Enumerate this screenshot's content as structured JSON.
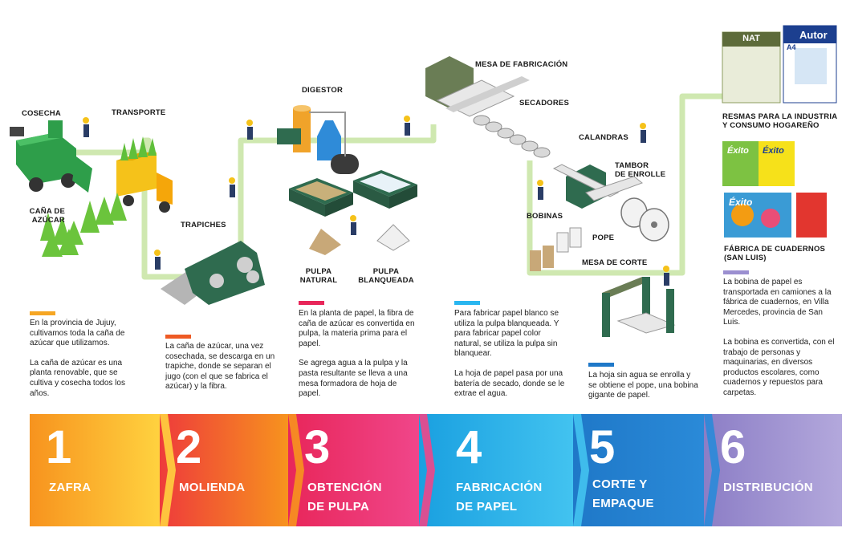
{
  "labels": {
    "cosecha": "COSECHA",
    "transporte": "TRANSPORTE",
    "cana_1": "CAÑA DE",
    "cana_2": "AZÚCAR",
    "trapiches": "TRAPICHES",
    "digestor": "DIGESTOR",
    "pulpa_natural_1": "PULPA",
    "pulpa_natural_2": "NATURAL",
    "pulpa_blanqueada_1": "PULPA",
    "pulpa_blanqueada_2": "BLANQUEADA",
    "mesa_fabricacion": "MESA DE FABRICACIÓN",
    "secadores": "SECADORES",
    "calandras": "CALANDRAS",
    "tambor_1": "TAMBOR",
    "tambor_2": "DE ENROLLE",
    "bobinas": "BOBINAS",
    "pope": "POPE",
    "mesa_corte": "MESA DE CORTE",
    "resmas_1": "RESMAS PARA LA INDUSTRIA",
    "resmas_2": "Y CONSUMO HOGAREÑO",
    "fabrica_1": "FÁBRICA DE CUADERNOS",
    "fabrica_2": "(SAN LUIS)"
  },
  "products": {
    "nat": "NAT",
    "a4": "A4",
    "autor": "Autor",
    "exito": "Éxito"
  },
  "descriptions": {
    "d1a": "En la provincia de Jujuy, cultivamos toda la caña de azúcar que utilizamos.",
    "d1b": "La caña de azúcar es una planta renovable, que se cultiva y cosecha todos los años.",
    "d2a": "La caña de azúcar, una vez cosechada, se descarga en un trapiche, donde se separan el jugo (con el que se fabrica el azúcar) y la fibra.",
    "d3a": "En la planta de papel, la fibra de caña de azúcar es convertida en pulpa, la materia prima para el papel.",
    "d3b": "Se agrega agua a la pulpa y la pasta resultante se lleva a una mesa formadora de hoja de papel.",
    "d4a": "Para fabricar papel blanco se utiliza la pulpa blanqueada. Y para fabricar papel color natural, se utiliza la pulpa sin blanquear.",
    "d4b": "La hoja de papel pasa por una batería de secado, donde se le extrae el agua.",
    "d5a": "La hoja sin agua se enrolla y se obtiene el pope, una bobina gigante de papel.",
    "d6a": "La bobina de papel es transportada en camiones a la fábrica de cuadernos, en Villa Mercedes, provincia de San Luis.",
    "d6b": "La bobina es convertida, con el trabajo de personas y maquinarias, en diversos productos escolares, como cuadernos y repuestos para carpetas."
  },
  "steps": [
    {
      "number": "1",
      "title_1": "ZAFRA",
      "title_2": "",
      "from": "#f7931e",
      "to": "#ffd23f"
    },
    {
      "number": "2",
      "title_1": "MOLIENDA",
      "title_2": "",
      "from": "#ee3b3b",
      "to": "#f7931e"
    },
    {
      "number": "3",
      "title_1": "OBTENCIÓN",
      "title_2": "DE PULPA",
      "from": "#e8265a",
      "to": "#f0468a"
    },
    {
      "number": "4",
      "title_1": "FABRICACIÓN",
      "title_2": "DE PAPEL",
      "from": "#1aa0e0",
      "to": "#42c3f0"
    },
    {
      "number": "5",
      "title_1": "CORTE Y",
      "title_2": "EMPAQUE",
      "from": "#1f78c8",
      "to": "#2a8ad8"
    },
    {
      "number": "6",
      "title_1": "DISTRIBUCIÓN",
      "title_2": "",
      "from": "#8c7ec6",
      "to": "#b3a8dc"
    }
  ],
  "colors": {
    "path": "#cfe8b0",
    "bar1": "#f6a623",
    "bar2": "#ee5a24",
    "bar3": "#e8265a",
    "bar4": "#29b6f0",
    "bar5": "#1f78c8",
    "bar6": "#9b8fd0"
  },
  "icons": [
    "harvester-icon",
    "truck-icon",
    "sugarcane-icon",
    "mill-icon",
    "digestor-icon",
    "pulp-tank-icon",
    "paper-machine-icon",
    "dryer-icon",
    "calender-icon",
    "paper-roll-icon",
    "cutting-table-icon",
    "worker-icon",
    "ream-icon",
    "notebook-icon"
  ]
}
